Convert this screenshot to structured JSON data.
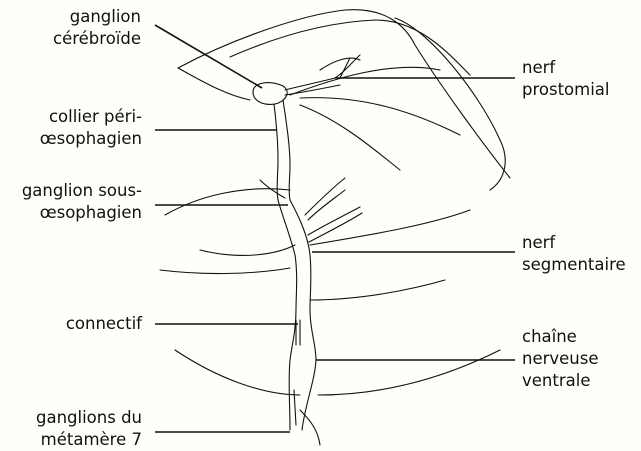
{
  "labels": {
    "ganglion_cerebroide": [
      "ganglion",
      "cérébroïde"
    ],
    "collier": [
      "collier péri-",
      "œsophagien"
    ],
    "ganglion_sous": [
      "ganglion sous-",
      "œsophagien"
    ],
    "connectif": [
      "connectif"
    ],
    "ganglions_metamere": [
      "ganglions du",
      "métamère 7"
    ],
    "nerf_prostomial": [
      "nerf",
      "prostomial"
    ],
    "nerf_segmentaire": [
      "nerf",
      "segmentaire"
    ],
    "chaine": [
      "chaîne",
      "nerveuse",
      "ventrale"
    ]
  },
  "colors": {
    "ink": "#111111",
    "paper": "#fffef8"
  }
}
